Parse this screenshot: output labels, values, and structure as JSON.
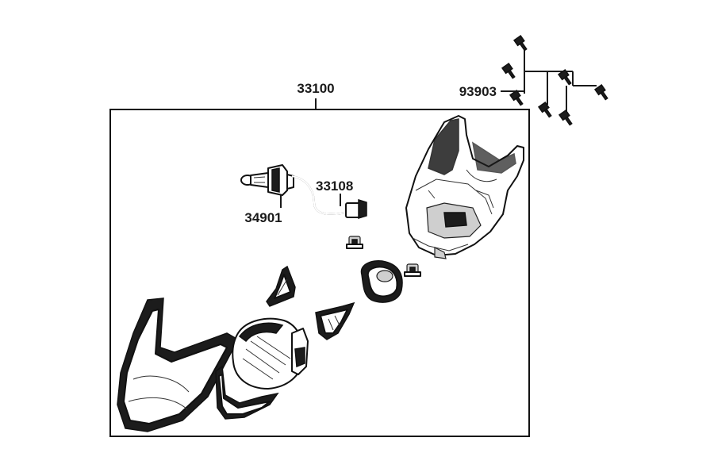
{
  "labels": {
    "assembly": "33100",
    "bolts": "93903",
    "wire": "33108",
    "bulb": "34901"
  }
}
